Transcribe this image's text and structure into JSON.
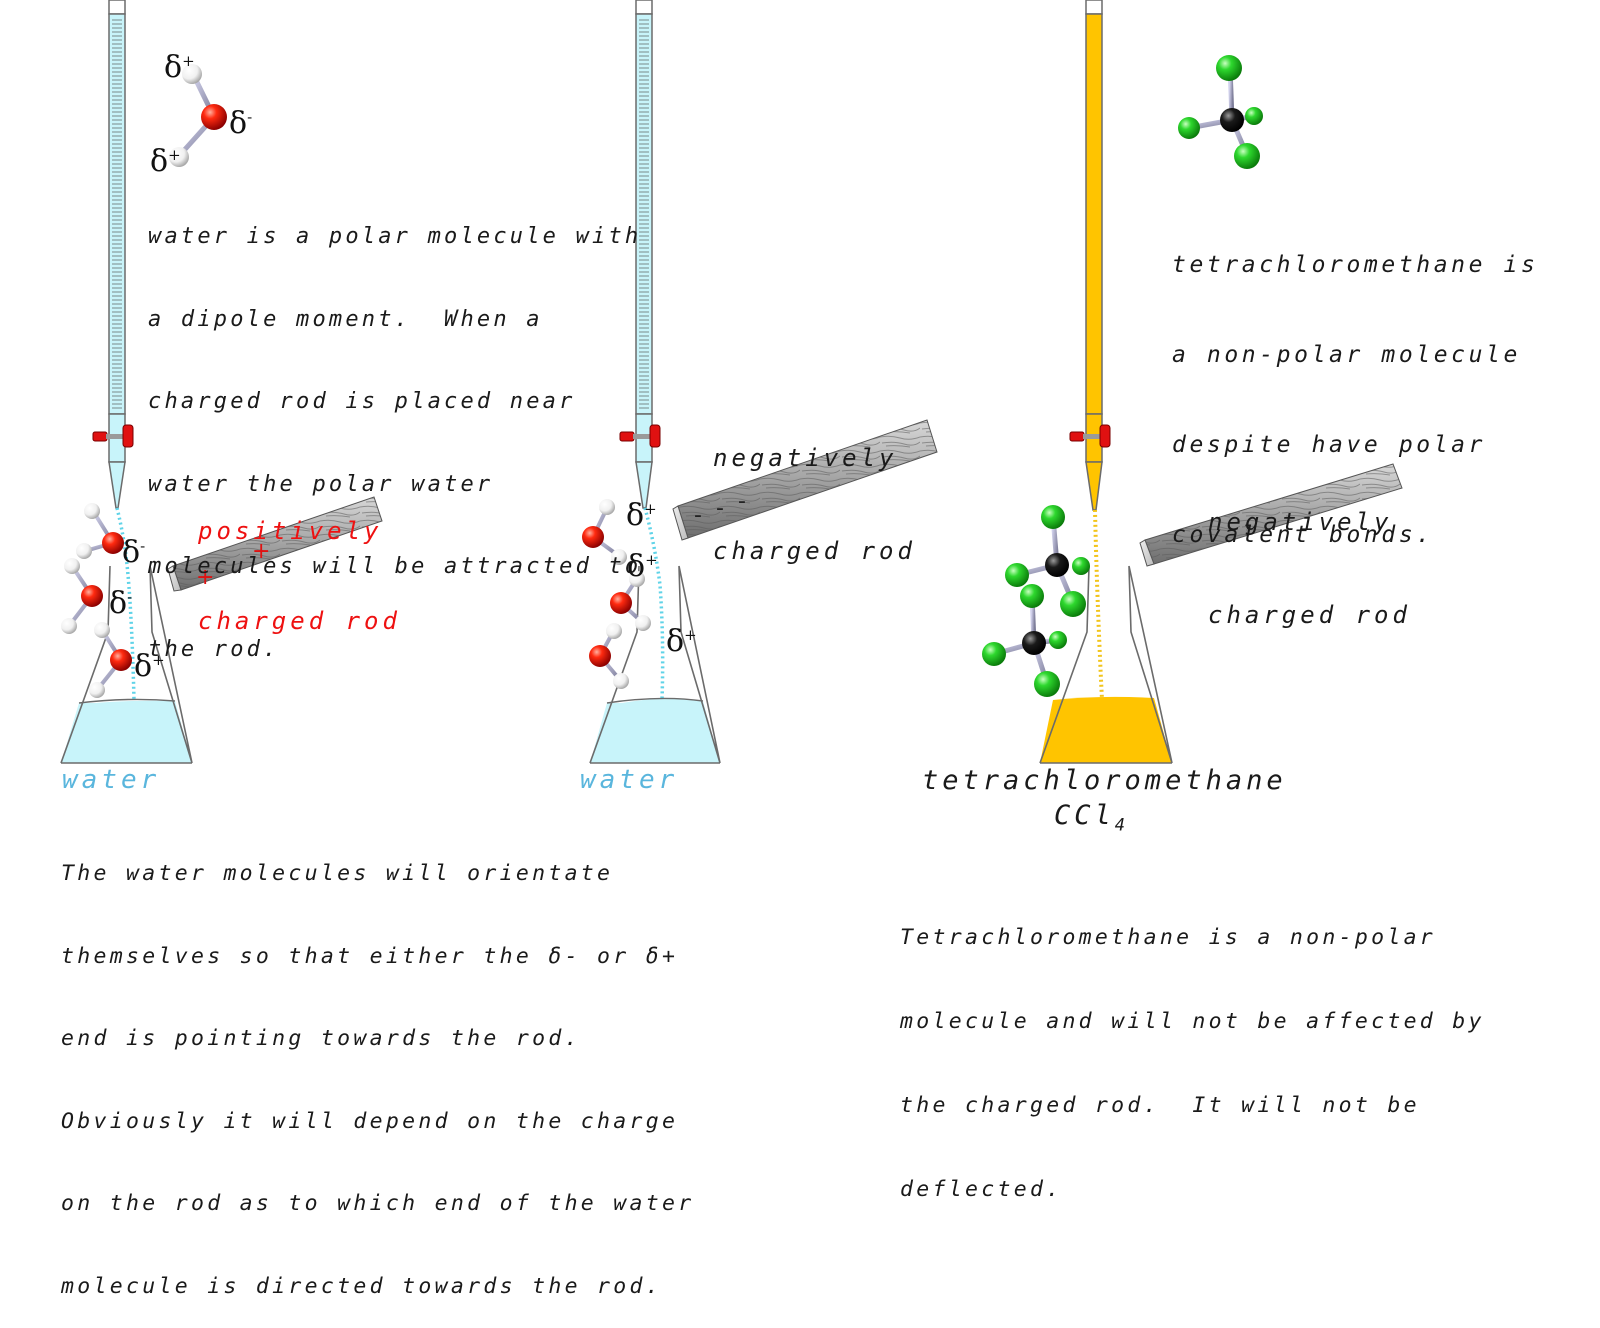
{
  "panel1": {
    "molecule_charges": {
      "h_top": "+",
      "o": "-",
      "h_bottom": "+"
    },
    "description": [
      "water is a polar molecule with",
      "a dipole moment.  When a",
      "charged rod is placed near",
      "water the polar water",
      "molecules will be attracted to",
      "the rod."
    ],
    "rod_label": [
      "positively",
      "charged rod"
    ],
    "rod_signs": [
      "+",
      "+"
    ],
    "molecule_charges_near_stream": [
      "-",
      "-",
      "+"
    ],
    "liquid_label": "water"
  },
  "panel2": {
    "rod_label": [
      "negatively",
      "charged rod"
    ],
    "rod_signs": [
      "-",
      "-",
      "-"
    ],
    "molecule_charges_near_stream": [
      "+",
      "+",
      "+"
    ],
    "liquid_label": "water"
  },
  "panel3": {
    "description": [
      "tetrachloromethane is",
      "a non-polar molecule",
      "despite have polar",
      "covalent bonds."
    ],
    "rod_label": [
      "negatively",
      "charged rod"
    ],
    "liquid_label": "tetrachloromethane",
    "formula_main": "CCl",
    "formula_sub": "4"
  },
  "bottom_left": [
    "The water molecules will orientate",
    "themselves so that either the δ- or δ+",
    "end is pointing towards the rod.",
    "Obviously it will depend on the charge",
    "on the rod as to which end of the water",
    "molecule is directed towards the rod."
  ],
  "bottom_right": [
    "Tetrachloromethane is a non-polar",
    "molecule and will not be affected by",
    "the charged rod.  It will not be",
    "deflected."
  ],
  "symbols": {
    "delta": "δ"
  },
  "colors": {
    "water": "#c8f4fa",
    "water_stream": "#5fd3e8",
    "ccl4_liquid": "#ffc400",
    "ccl4_stream": "#f2c41a",
    "oxygen": "#e00000",
    "chlorine": "#22cc22",
    "carbon": "#111111",
    "tap": "#e01111",
    "positive_label": "#ee1111",
    "water_label": "#5ab6dd"
  }
}
